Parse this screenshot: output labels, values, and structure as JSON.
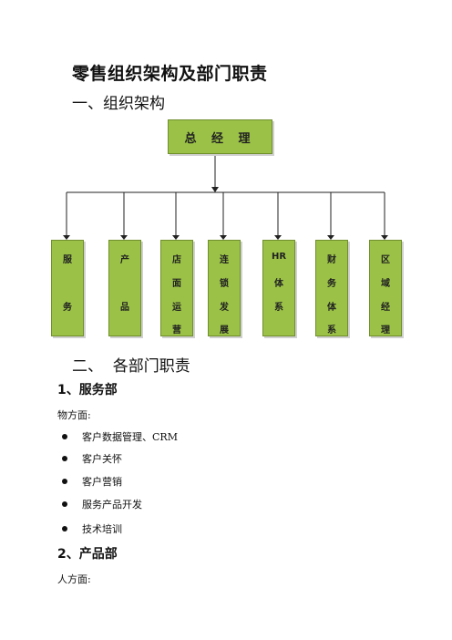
{
  "title": "零售组织架构及部门职责",
  "section1": "一、组织架构",
  "org": {
    "gm": "总 经 理",
    "departments": [
      {
        "chars": [
          "服",
          "务"
        ]
      },
      {
        "chars": [
          "产",
          "品"
        ]
      },
      {
        "chars": [
          "店",
          "面",
          "运",
          "营"
        ]
      },
      {
        "chars": [
          "连",
          "锁",
          "发",
          "展"
        ]
      },
      {
        "chars": [
          "HR",
          "体",
          "系"
        ]
      },
      {
        "chars": [
          "财",
          "务",
          "体",
          "系"
        ]
      },
      {
        "chars": [
          "区",
          "域",
          "经",
          "理"
        ]
      }
    ]
  },
  "section2": "二、  各部门职责",
  "dept1": {
    "heading": "1、服务部",
    "intro": "物方面:",
    "items": [
      "客户数据管理、CRM",
      "客户关怀",
      "客户营销",
      "服务产品开发",
      "技术培训"
    ]
  },
  "dept2": {
    "heading": "2、产品部",
    "intro": "人方面:"
  }
}
